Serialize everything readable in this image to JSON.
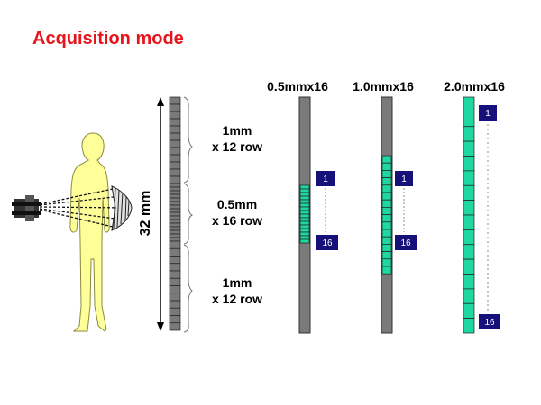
{
  "title": "Acquisition mode",
  "colors": {
    "title": "#e8141b",
    "detector_gray": "#7a7a7a",
    "active_row": "#1fd7a0",
    "badge": "#15107a",
    "body": "#ffff99"
  },
  "detector": {
    "size_label": "32 mm",
    "groups": [
      {
        "line1": "1mm",
        "line2": "x 12 row"
      },
      {
        "line1": "0.5mm",
        "line2": "x 16 row"
      },
      {
        "line1": "1mm",
        "line2": "x 12 row"
      }
    ]
  },
  "modes": [
    {
      "label": "0.5mmx16",
      "badge_start": "1",
      "badge_end": "16"
    },
    {
      "label": "1.0mmx16",
      "badge_start": "1",
      "badge_end": "16"
    },
    {
      "label": "2.0mmx16",
      "badge_start": "1",
      "badge_end": "16"
    }
  ]
}
